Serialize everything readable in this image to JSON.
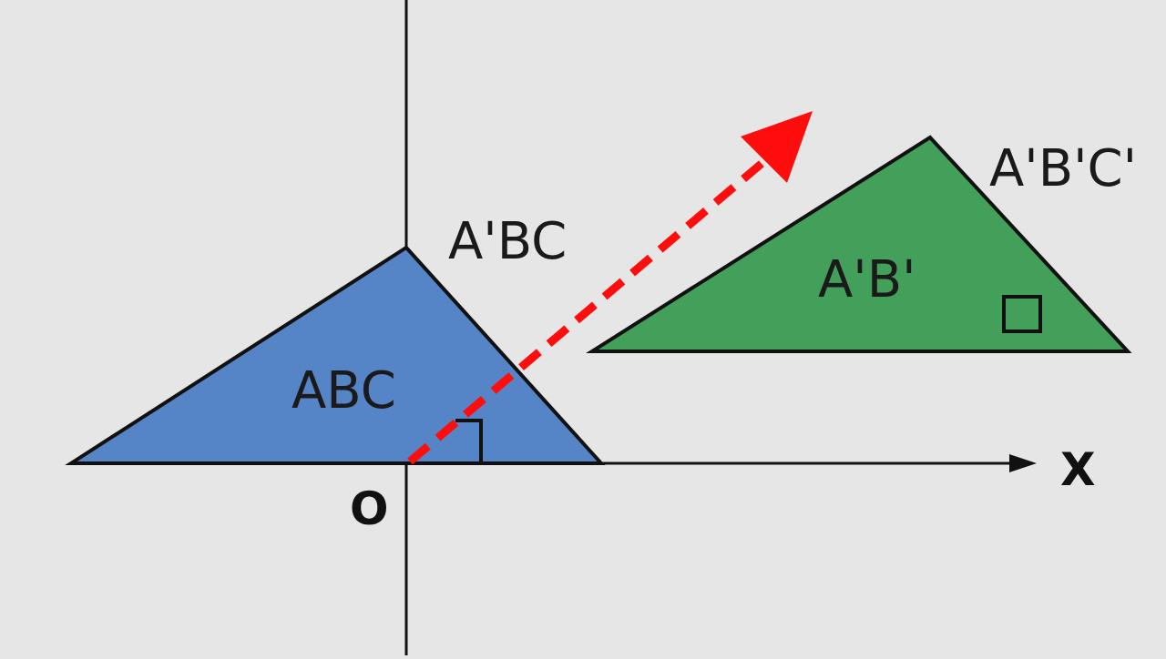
{
  "diagram": {
    "title": "",
    "background": "#e6e6e6",
    "axes": {
      "origin_label": "O",
      "x_label": "X",
      "color": "#111111"
    },
    "shapes": {
      "original": {
        "inner_label": "ABC",
        "outer_label": "A'BC",
        "fill": "#5585c6",
        "stroke": "#111111"
      },
      "translated": {
        "inner_label": "A'B'",
        "outer_label": "A'B'C'",
        "fill": "#43a05a",
        "stroke": "#111111"
      }
    },
    "translation_arrow": {
      "style": "dashed",
      "color": "#ff0d0d"
    },
    "right_angle_markers": 2
  }
}
